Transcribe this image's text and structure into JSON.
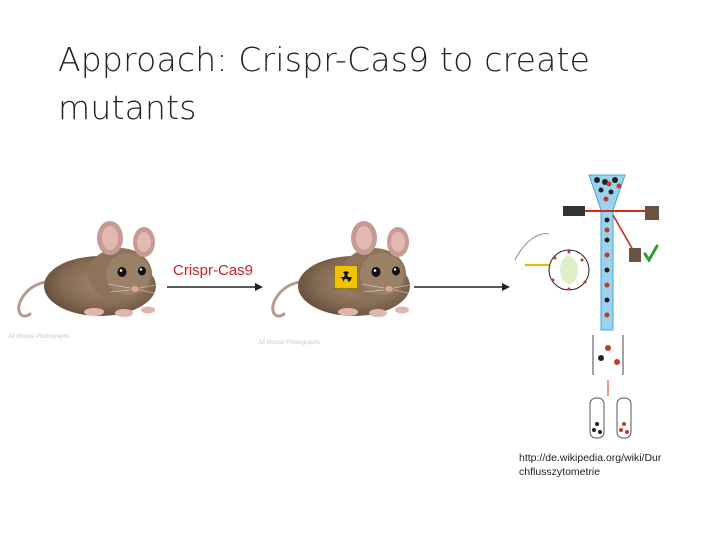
{
  "slide": {
    "title_line1": "Approach: Crispr-Cas9 to create",
    "title_line2": "mutants",
    "arrow_label": "Crispr-Cas9",
    "watermark_left": "All Mouse Photographs",
    "watermark_right": "All Mouse Photographs",
    "citation_line1": "http://de.wikipedia.org/wiki/Dur",
    "citation_line2": "chflusszytometrie"
  },
  "icons": {
    "radiation": "radiation-warning-icon"
  },
  "colors": {
    "label": "#cc1f1f",
    "radiation_bg": "#f2c200",
    "mouse_fur": "#8a735c",
    "mouse_ear": "#d8a8a0"
  }
}
